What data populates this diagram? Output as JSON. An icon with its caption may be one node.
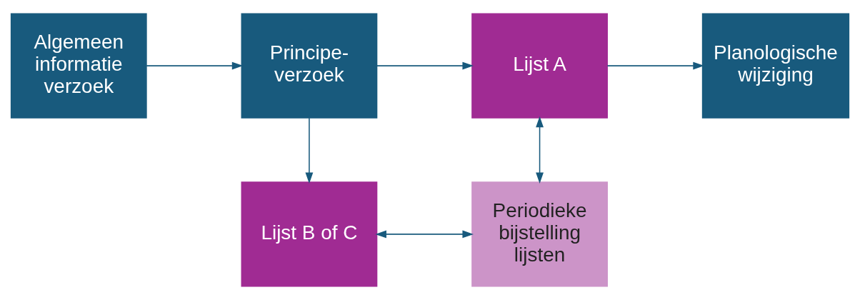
{
  "diagram": {
    "nodes": [
      {
        "text": [
          "Algemeen informatie verzoek"
        ]
      },
      {
        "text": [
          "Principe- verzoek"
        ]
      },
      {
        "text": [
          "Lijst A"
        ]
      },
      {
        "text": [
          "Planologische wijziging"
        ]
      },
      {
        "text": [
          "Lijst B of C"
        ]
      },
      {
        "text": [
          "Periodieke bijstelling lijsten"
        ]
      }
    ],
    "edges": [
      {
        "from": 0,
        "to": 1,
        "arrow": "to"
      },
      {
        "from": 1,
        "to": 2,
        "arrow": "to"
      },
      {
        "from": 2,
        "to": 3,
        "arrow": "to"
      },
      {
        "from": 1,
        "to": 4,
        "arrow": "to"
      },
      {
        "from": 2,
        "to": 5,
        "arrow": "both"
      },
      {
        "from": 4,
        "to": 5,
        "arrow": "both"
      }
    ]
  }
}
